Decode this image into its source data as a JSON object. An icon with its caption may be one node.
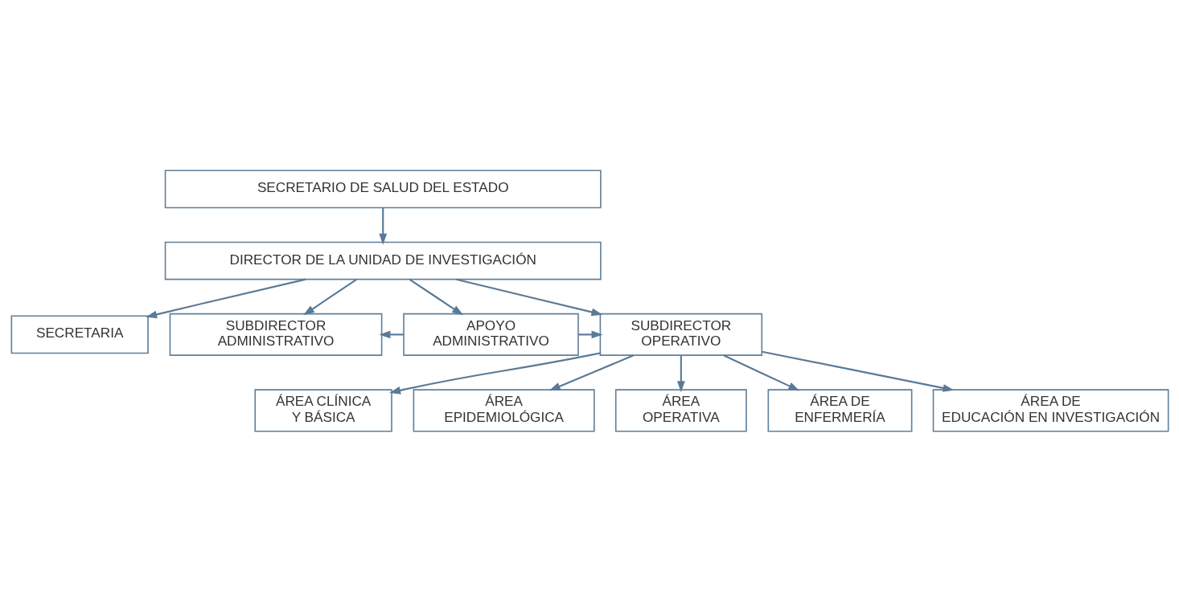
{
  "diagram": {
    "nodes": [
      {
        "text": [
          "SECRETARIO DE SALUD DEL ESTADO"
        ]
      },
      {
        "text": [
          "DIRECTOR DE LA UNIDAD DE INVESTIGACIÓN"
        ]
      },
      {
        "text": [
          "SECRETARIA"
        ]
      },
      {
        "text": [
          "SUBDIRECTOR ADMINISTRATIVO"
        ]
      },
      {
        "text": [
          "APOYO ADMINISTRATIVO"
        ]
      },
      {
        "text": [
          "SUBDIRECTOR OPERATIVO"
        ]
      },
      {
        "text": [
          "ÁREA CLÍNICA Y BÁSICA"
        ]
      },
      {
        "text": [
          "ÁREA EPIDEMIOLÓGICA"
        ]
      },
      {
        "text": [
          "ÁREA OPERATIVA"
        ]
      },
      {
        "text": [
          "ÁREA DE ENFERMERÍA"
        ]
      },
      {
        "text": [
          "ÁREA DE EDUCACIÓN EN INVESTIGACIÓN"
        ]
      }
    ],
    "edges": [
      {
        "from": 0,
        "to": 1,
        "arrow": "to"
      },
      {
        "from": 1,
        "to": 2,
        "arrow": "to"
      },
      {
        "from": 1,
        "to": 3,
        "arrow": "to"
      },
      {
        "from": 1,
        "to": 4,
        "arrow": "to"
      },
      {
        "from": 1,
        "to": 5,
        "arrow": "to"
      },
      {
        "from": 4,
        "to": 3,
        "arrow": "to"
      },
      {
        "from": 4,
        "to": 5,
        "arrow": "to"
      },
      {
        "from": 5,
        "to": 6,
        "arrow": "to"
      },
      {
        "from": 5,
        "to": 7,
        "arrow": "to"
      },
      {
        "from": 5,
        "to": 8,
        "arrow": "to"
      },
      {
        "from": 5,
        "to": 9,
        "arrow": "to"
      },
      {
        "from": 5,
        "to": 10,
        "arrow": "to"
      }
    ]
  }
}
